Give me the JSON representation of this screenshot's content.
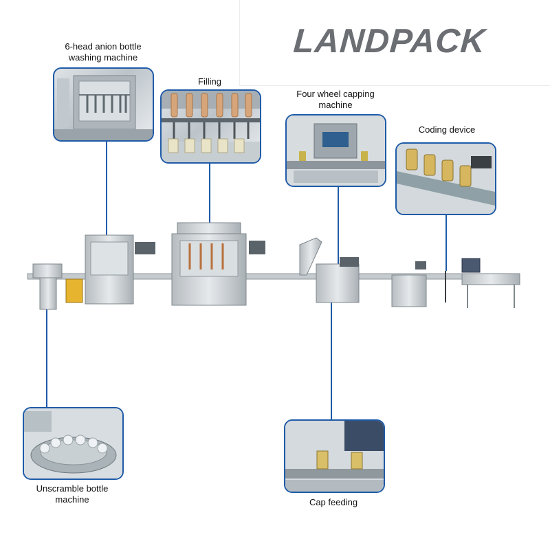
{
  "brand": {
    "logo_text": "LANDPACK"
  },
  "stations": {
    "washing": {
      "label_line1": "6-head anion bottle",
      "label_line2": "washing machine"
    },
    "filling": {
      "label": "Filling"
    },
    "capping": {
      "label_line1": "Four wheel capping",
      "label_line2": "machine"
    },
    "coding": {
      "label": "Coding device"
    },
    "unscramble": {
      "label_line1": "Unscramble bottle",
      "label_line2": "machine"
    },
    "cap_feeding": {
      "label": "Cap feeding"
    }
  },
  "colors": {
    "callout_border": "#1f5ba8",
    "machine_steel": "#c9cdd0",
    "logo_gray": "#6b6e72"
  }
}
